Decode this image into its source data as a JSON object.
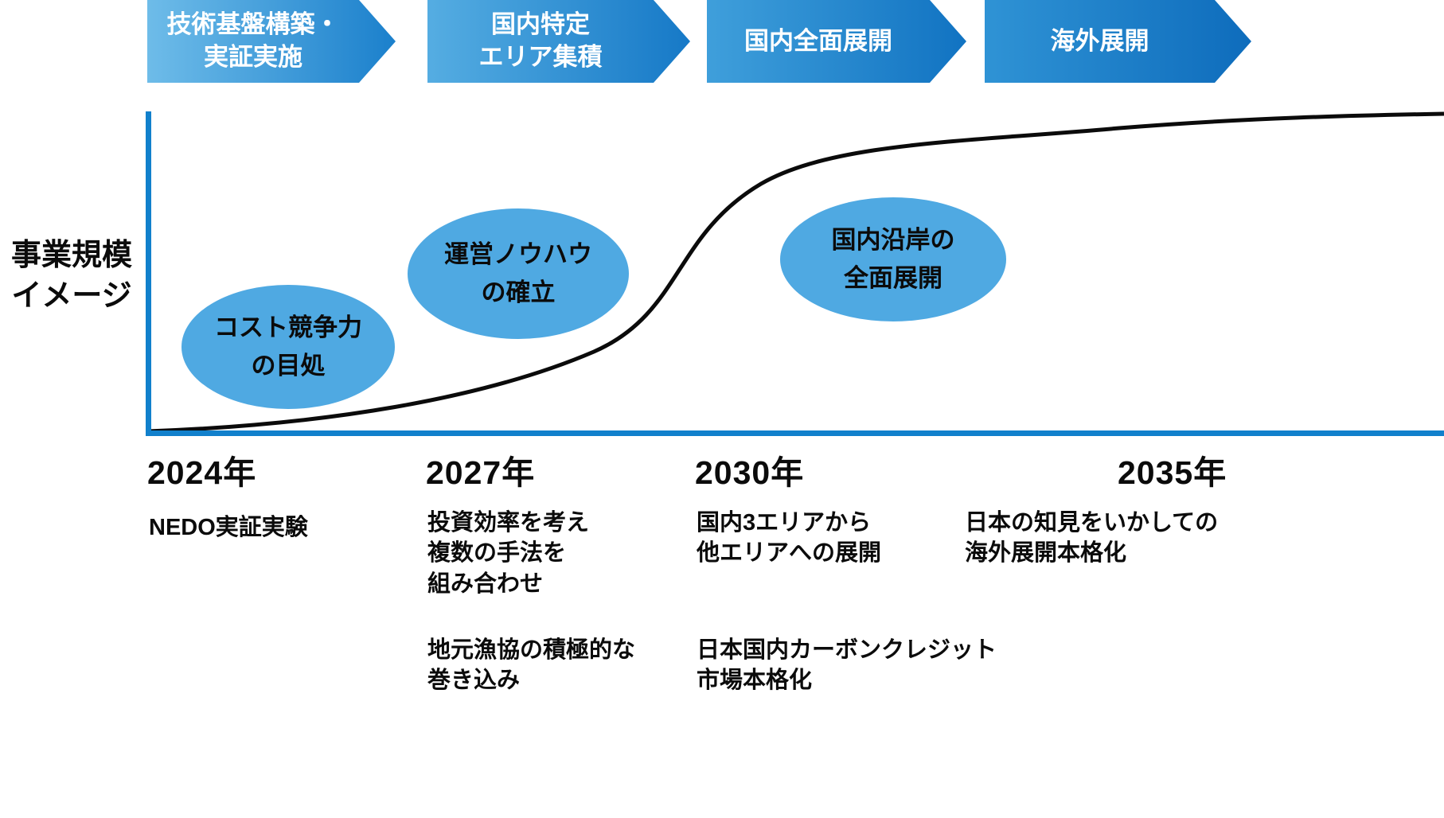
{
  "phases": [
    {
      "label": "技術基盤構築・\n実証実施"
    },
    {
      "label": "国内特定\nエリア集積"
    },
    {
      "label": "国内全面展開"
    },
    {
      "label": "海外展開"
    }
  ],
  "axis": {
    "y_label": "事業規模\nイメージ"
  },
  "milestones": [
    {
      "label": "コスト競争力\nの目処"
    },
    {
      "label": "運営ノウハウ\nの確立"
    },
    {
      "label": "国内沿岸の\n全面展開"
    }
  ],
  "timeline": [
    {
      "year": "2024年",
      "note1": "NEDO実証実験"
    },
    {
      "year": "2027年",
      "note1": "投資効率を考え\n複数の手法を\n組み合わせ",
      "note2": "地元漁協の積極的な\n巻き込み"
    },
    {
      "year": "2030年",
      "note1": "国内3エリアから\n他エリアへの展開",
      "note2": "日本国内カーボンクレジット\n市場本格化"
    },
    {
      "year": "2035年",
      "note1": "日本の知見をいかしての\n海外展開本格化"
    }
  ],
  "colors": {
    "arrow_gradient_start": "#5db3e6",
    "arrow_gradient_end": "#1478c8",
    "axis_blue": "#1180cc",
    "bubble_blue": "#4fa9e2",
    "curve_black": "#0b0b0b"
  }
}
